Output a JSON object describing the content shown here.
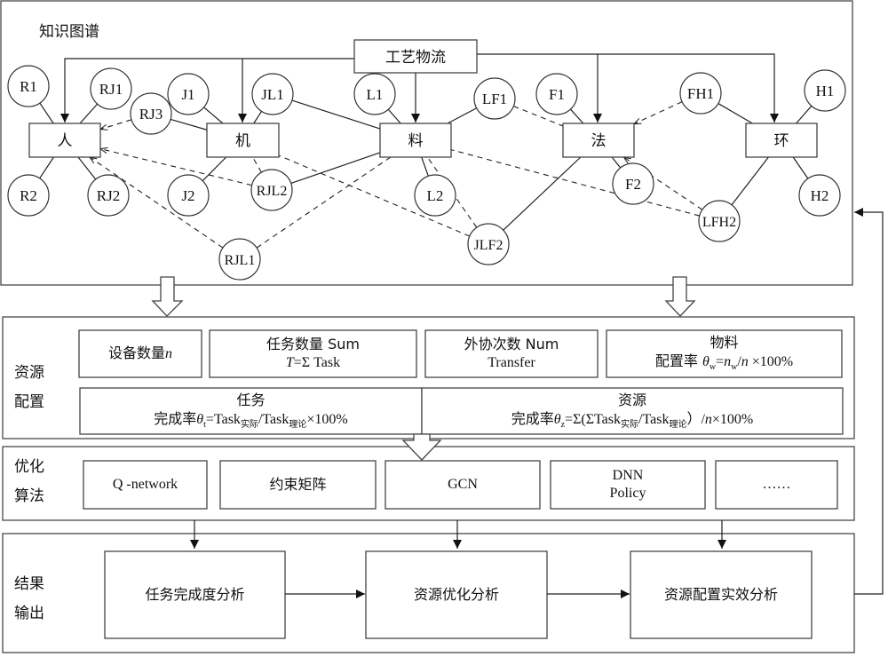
{
  "knowledge_graph": {
    "title": "知识图谱",
    "process_flow_label": "工艺物流",
    "categories": [
      {
        "id": "ren",
        "label": "人"
      },
      {
        "id": "ji",
        "label": "机"
      },
      {
        "id": "liao",
        "label": "料"
      },
      {
        "id": "fa",
        "label": "法"
      },
      {
        "id": "huan",
        "label": "环"
      }
    ],
    "nodes": [
      "R1",
      "R2",
      "RJ1",
      "RJ2",
      "RJ3",
      "J1",
      "J2",
      "JL1",
      "RJL1",
      "RJL2",
      "L1",
      "L2",
      "LF1",
      "JLF2",
      "F1",
      "F2",
      "FH1",
      "LFH2",
      "H1",
      "H2"
    ],
    "edges_solid": [
      [
        "R1",
        "ren"
      ],
      [
        "R2",
        "ren"
      ],
      [
        "RJ1",
        "ren"
      ],
      [
        "RJ2",
        "ren"
      ],
      [
        "J1",
        "ji"
      ],
      [
        "JL1",
        "ji"
      ],
      [
        "J2",
        "ji"
      ],
      [
        "RJ3",
        "ji"
      ],
      [
        "L1",
        "liao"
      ],
      [
        "L2",
        "liao"
      ],
      [
        "LF1",
        "liao"
      ],
      [
        "JL1",
        "liao"
      ],
      [
        "RJL2",
        "liao"
      ],
      [
        "F1",
        "fa"
      ],
      [
        "F2",
        "fa"
      ],
      [
        "JLF2",
        "fa"
      ],
      [
        "H1",
        "huan"
      ],
      [
        "H2",
        "huan"
      ],
      [
        "FH1",
        "huan"
      ],
      [
        "LFH2",
        "huan"
      ]
    ],
    "edges_dashed": [
      [
        "RJ3",
        "ren"
      ],
      [
        "RJL2",
        "ren"
      ],
      [
        "RJL1",
        "ren"
      ],
      [
        "RJL2",
        "ji"
      ],
      [
        "JLF2",
        "ji"
      ],
      [
        "RJL1",
        "liao"
      ],
      [
        "JLF2",
        "liao"
      ],
      [
        "LFH2",
        "liao"
      ],
      [
        "LF1",
        "fa"
      ],
      [
        "FH1",
        "fa"
      ],
      [
        "LFH2",
        "fa"
      ]
    ]
  },
  "resource_config": {
    "section_label_line1": "资源",
    "section_label_line2": "配置",
    "cells": {
      "equipment": {
        "text": "设备数量",
        "var": "n"
      },
      "tasks": {
        "line1": "任务数量 Sum",
        "var": "T",
        "line2": "=Σ Task"
      },
      "outsource": {
        "line1": "外协次数 Num",
        "line2": "Transfer"
      },
      "material": {
        "line1": "物料",
        "line2_prefix": "配置率 ",
        "theta": "θ",
        "theta_sub": "w",
        "eq": "=",
        "n": "n",
        "n_sub": "w",
        "rest": "/",
        "n2": "n",
        "tail": " ×100%"
      },
      "task_completion": {
        "line1": "任务",
        "prefix": "完成率",
        "theta": "θ",
        "theta_sub": "t",
        "eq": "=Task",
        "sub1": "实际",
        "mid": "/Task",
        "sub2": "理论",
        "tail": "×100%"
      },
      "resource_completion": {
        "line1": "资源",
        "prefix": "完成率",
        "theta": "θ",
        "theta_sub": "z",
        "eq": "=Σ(ΣTask",
        "sub1": "实际",
        "mid": "/Task",
        "sub2": "理论",
        "close": "）/",
        "n": "n",
        "tail": "×100%"
      }
    }
  },
  "optimization": {
    "section_label_line1": "优化",
    "section_label_line2": "算法",
    "algorithms": [
      {
        "line1": "Q -network",
        "line2": ""
      },
      {
        "line1": "约束矩阵",
        "line2": ""
      },
      {
        "line1": "GCN",
        "line2": ""
      },
      {
        "line1": "DNN",
        "line2": "Policy"
      },
      {
        "line1": "……",
        "line2": ""
      }
    ]
  },
  "results": {
    "section_label_line1": "结果",
    "section_label_line2": "输出",
    "steps": [
      "任务完成度分析",
      "资源优化分析",
      "资源配置实效分析"
    ]
  }
}
